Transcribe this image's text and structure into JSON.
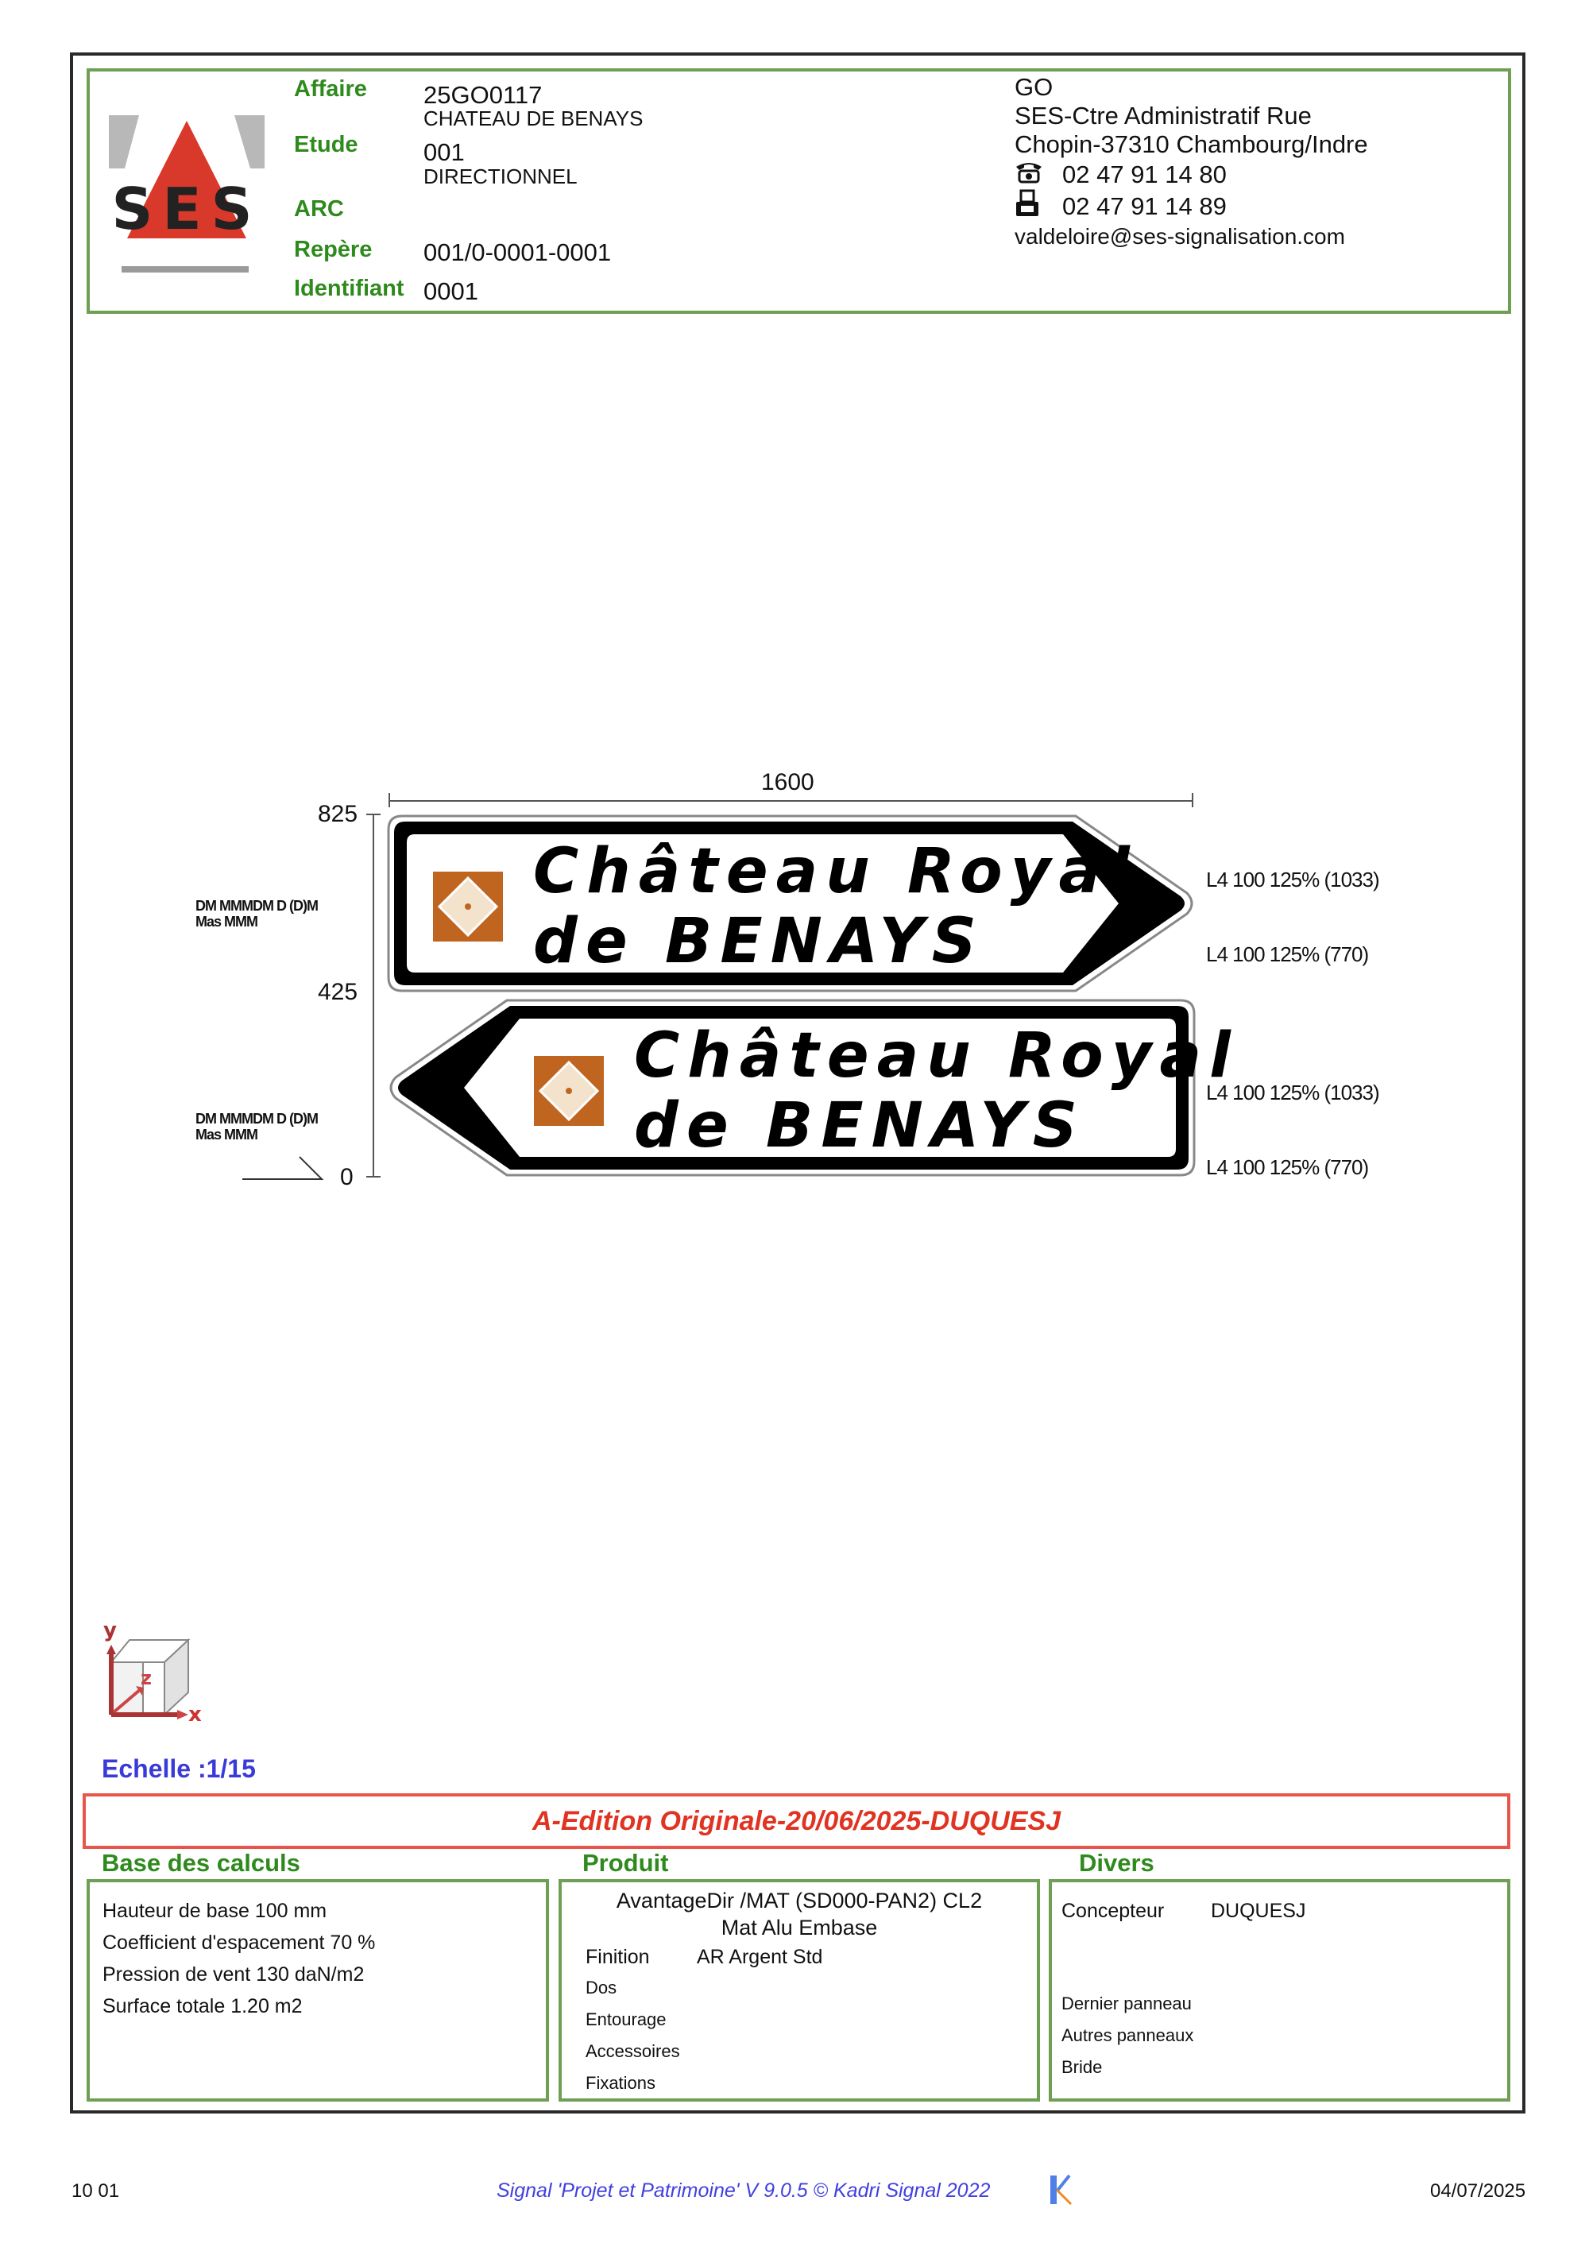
{
  "header": {
    "logo_text": "SES",
    "fields": [
      {
        "label": "Affaire",
        "value": "25GO0117",
        "sub": "CHATEAU DE BENAYS"
      },
      {
        "label": "Etude",
        "value": "001",
        "sub": "DIRECTIONNEL"
      },
      {
        "label": "ARC",
        "value": "",
        "sub": ""
      },
      {
        "label": "Repère",
        "value": "001/0-0001-0001",
        "sub": ""
      },
      {
        "label": "Identifiant",
        "value": "0001",
        "sub": ""
      }
    ],
    "company": {
      "name": "GO",
      "address_line1": "SES-Ctre Administratif Rue",
      "address_line2": "Chopin-37310 Chambourg/Indre",
      "phone": "02 47 91 14 80",
      "fax": "02 47 91 14 89",
      "email": "valdeloire@ses-signalisation.com",
      "phone_icon": "telephone-icon",
      "fax_icon": "fax-icon"
    }
  },
  "drawing": {
    "width_dim": "1600",
    "height_ticks": [
      "825",
      "425",
      "0"
    ],
    "signs": [
      {
        "direction": "right",
        "line1": "Château Royal",
        "line2": "de BENAYS",
        "icon": "chateau-pictogram-icon",
        "left_annotation": [
          "DM MMMDM D (D)M",
          "Mas MMM"
        ],
        "right_labels": [
          "L4 100 125% (1033)",
          "L4 100 125% (770)"
        ]
      },
      {
        "direction": "left",
        "line1": "Château Royal",
        "line2": "de BENAYS",
        "icon": "chateau-pictogram-icon",
        "left_annotation": [
          "DM MMMDM D (D)M",
          "Mas MMM"
        ],
        "right_labels": [
          "L4 100 125% (1033)",
          "L4 100 125% (770)"
        ]
      }
    ],
    "axis_icon": {
      "x": "x",
      "y": "y",
      "z": "z"
    },
    "scale": "Echelle :1/15"
  },
  "edition": "A-Edition Originale-20/06/2025-DUQUESJ",
  "sections": {
    "base": {
      "title": "Base des calculs",
      "lines": [
        "Hauteur de base 100 mm",
        "Coefficient d'espacement 70 %",
        "Pression de vent 130 daN/m2",
        "Surface totale 1.20 m2"
      ]
    },
    "produit": {
      "title": "Produit",
      "line1": "AvantageDir /MAT (SD000-PAN2) CL2",
      "line2": "Mat Alu Embase",
      "rows": [
        {
          "label": "Finition",
          "value": "AR Argent Std"
        },
        {
          "label": "Dos",
          "value": ""
        },
        {
          "label": "Entourage",
          "value": ""
        },
        {
          "label": "Accessoires",
          "value": ""
        },
        {
          "label": "Fixations",
          "value": ""
        }
      ]
    },
    "divers": {
      "title": "Divers",
      "concepteur_label": "Concepteur",
      "concepteur_value": "DUQUESJ",
      "rows": [
        "Dernier panneau",
        "Autres panneaux",
        "Bride"
      ]
    }
  },
  "footer": {
    "left": "10 01",
    "center": "Signal 'Projet et Patrimoine' V 9.0.5 © Kadri Signal 2022",
    "right": "04/07/2025",
    "brand_icon": "kadri-k-logo-icon"
  },
  "colors": {
    "green": "#2f8a1d",
    "green_border": "#6f9e55",
    "red": "#e03322",
    "blue": "#3a3ad8",
    "logo_red": "#d9392b",
    "pictogram_orange": "#c0651f"
  }
}
